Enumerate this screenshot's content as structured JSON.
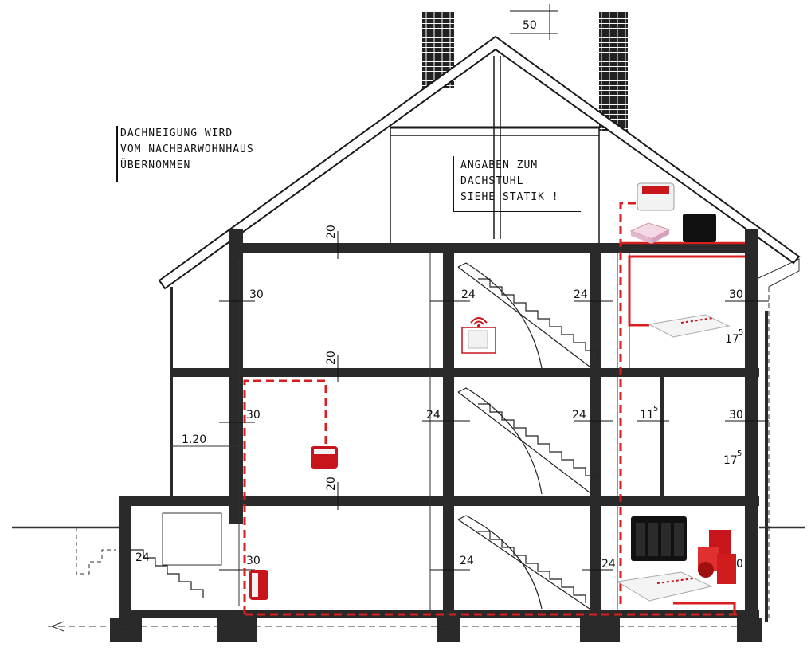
{
  "notes": {
    "roof_pitch": [
      "DACHNEIGUNG WIRD",
      "VOM NACHBARWOHNHAUS",
      "ÜBERNOMMEN"
    ],
    "roof_truss": [
      "ANGABEN ZUM",
      "DACHSTUHL",
      "SIEHE STATIK !"
    ]
  },
  "dimensions": {
    "top": "50",
    "slab_attic": "20",
    "slab_upper": "20",
    "slab_ground": "20",
    "wall_left_upper": "30",
    "wall_left_mid": "30",
    "wall_left_lower": "30",
    "stair_upper": "24",
    "stair_mid_left": "24",
    "stair_lower": "24",
    "wall_right_upper": "24",
    "wall_right_mid": "24",
    "wall_right_lower": "24",
    "outer_right_upper": "30",
    "outer_right_mid": "30",
    "inner_partition": "11",
    "inner_partition_sup": "5",
    "stair_out_of_cellar": "24",
    "window_width": "1.20",
    "upper_thickness": "17",
    "upper_thickness_sup": "5",
    "mid_thickness": "17",
    "mid_thickness_sup": "5",
    "lower_cut": "0"
  },
  "colors": {
    "network_cable": "#d81e1e",
    "drawing_ink": "#1a1a1a"
  },
  "devices": {
    "attic_router": "router-icon",
    "attic_minipc": "mini-pc-icon",
    "attic_nas": "nas-icon",
    "upper_repeater": "wifi-repeater-icon",
    "upper_router": "router-icon",
    "mid_powerline": "powerline-adapter-icon",
    "cellar_powerline": "powerline-adapter-icon",
    "cellar_nas": "nas-icon",
    "cellar_router": "router-icon",
    "cellar_products": "product-box-icon"
  }
}
